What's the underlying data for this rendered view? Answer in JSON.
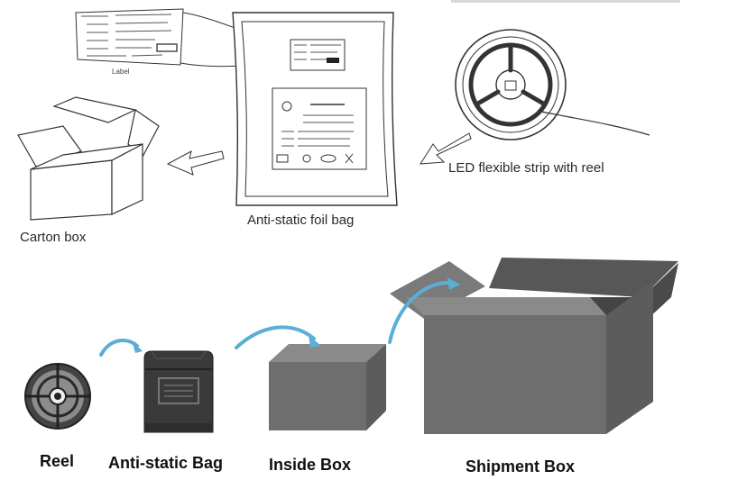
{
  "top_diagram": {
    "label_caption": "Label",
    "carton_caption": "Carton box",
    "bag_caption": "Anti-static foil bag",
    "reel_caption": "LED flexible strip with reel"
  },
  "bottom_diagram": {
    "steps": [
      {
        "label": "Reel"
      },
      {
        "label": "Anti-static Bag"
      },
      {
        "label": "Inside Box"
      },
      {
        "label": "Shipment Box"
      }
    ]
  },
  "colors": {
    "line": "#333333",
    "box_face": "#6e6e6e",
    "box_side": "#5c5c5c",
    "box_top": "#8a8a8a",
    "arrow": "#5aaed8",
    "bag": "#3a3a3a"
  }
}
